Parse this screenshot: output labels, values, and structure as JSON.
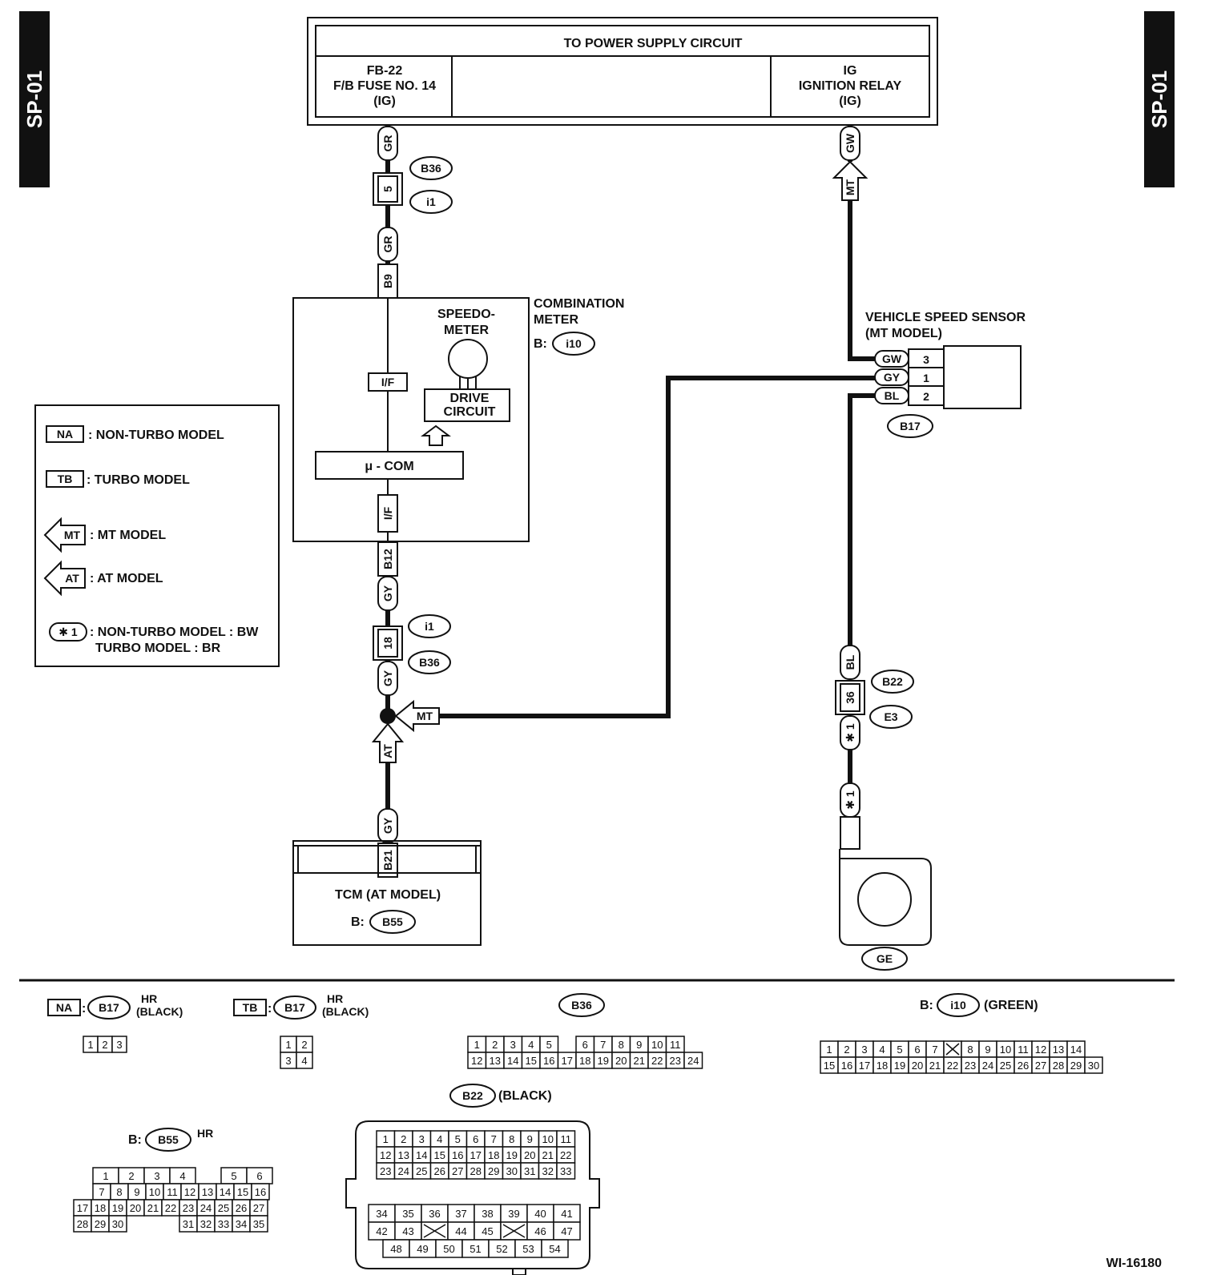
{
  "page_tags": {
    "left": "SP-01",
    "right": "SP-01"
  },
  "power_supply": {
    "title": "TO POWER SUPPLY CIRCUIT",
    "fuse": {
      "line1": "FB-22",
      "line2": "F/B FUSE NO. 14",
      "line3": "(IG)"
    },
    "relay": {
      "line1": "IG",
      "line2": "IGNITION RELAY",
      "line3": "(IG)"
    }
  },
  "left_wire": {
    "wire_top": "GR",
    "pin_top": "5",
    "conn_a": "B36",
    "conn_b": "i1",
    "wire_mid": "GR",
    "pin_meter_in": "B9",
    "pin_meter_out": "B12",
    "wire_low": "GY",
    "conn_c": "i1",
    "pin_low": "18",
    "conn_d": "B36",
    "wire_low2": "GY",
    "mt_arrow": "MT",
    "at_arrow": "AT",
    "wire_tcm": "GY",
    "pin_tcm": "B21"
  },
  "combination_meter": {
    "title_line1": "COMBINATION",
    "title_line2": "METER",
    "conn_prefix": "B:",
    "conn": "i10",
    "speedo_line1": "SPEEDO-",
    "speedo_line2": "METER",
    "drive_line1": "DRIVE",
    "drive_line2": "CIRCUIT",
    "if_top": "I/F",
    "mcom": "μ - COM",
    "if_bottom": "I/F"
  },
  "tcm": {
    "title": "TCM (AT MODEL)",
    "conn_prefix": "B:",
    "conn": "B55"
  },
  "speed_sensor": {
    "title_line1": "VEHICLE SPEED SENSOR",
    "title_line2": "(MT MODEL)",
    "pins": [
      {
        "wire": "GW",
        "pin": "3"
      },
      {
        "wire": "GY",
        "pin": "1"
      },
      {
        "wire": "BL",
        "pin": "2"
      }
    ],
    "conn": "B17"
  },
  "relay_wire": {
    "wire": "GW",
    "arrow": "MT"
  },
  "ground_wire": {
    "wire": "BL",
    "pin": "36",
    "conn_a": "B22",
    "conn_b": "E3",
    "star_top": "✱ 1",
    "star_bottom": "✱ 1",
    "ground": "GE"
  },
  "legend": {
    "items": [
      {
        "tag": "NA",
        "text": ": NON-TURBO MODEL"
      },
      {
        "tag": "TB",
        "text": ": TURBO MODEL"
      },
      {
        "tag": "MT",
        "text": ": MT MODEL"
      },
      {
        "tag": "AT",
        "text": ": AT MODEL"
      }
    ],
    "star_tag": "✱ 1",
    "star_line1": ": NON-TURBO MODEL : BW",
    "star_line2": "TURBO MODEL : BR"
  },
  "connectors": {
    "na_b17": {
      "tag": "NA",
      "conn": "B17",
      "note1": "HR",
      "note2": "(BLACK)",
      "pins": [
        "1",
        "2",
        "3"
      ]
    },
    "tb_b17": {
      "tag": "TB",
      "conn": "B17",
      "note1": "HR",
      "note2": "(BLACK)",
      "pins": [
        "1",
        "2",
        "3",
        "4"
      ]
    },
    "b36": {
      "conn": "B36",
      "row1": [
        "1",
        "2",
        "3",
        "4",
        "5",
        "",
        "6",
        "7",
        "8",
        "9",
        "10",
        "11"
      ],
      "row2": [
        "12",
        "13",
        "14",
        "15",
        "16",
        "17",
        "18",
        "19",
        "20",
        "21",
        "22",
        "23",
        "24"
      ]
    },
    "i10": {
      "prefix": "B:",
      "conn": "i10",
      "note": "(GREEN)",
      "row1": [
        "1",
        "2",
        "3",
        "4",
        "5",
        "6",
        "7",
        "X",
        "8",
        "9",
        "10",
        "11",
        "12",
        "13",
        "14"
      ],
      "row2": [
        "15",
        "16",
        "17",
        "18",
        "19",
        "20",
        "21",
        "22",
        "23",
        "24",
        "25",
        "26",
        "27",
        "28",
        "29",
        "30"
      ]
    },
    "b22": {
      "conn": "B22",
      "note": "(BLACK)",
      "row1": [
        "1",
        "2",
        "3",
        "4",
        "5",
        "6",
        "7",
        "8",
        "9",
        "10",
        "11"
      ],
      "row2": [
        "12",
        "13",
        "14",
        "15",
        "16",
        "17",
        "18",
        "19",
        "20",
        "21",
        "22"
      ],
      "row3": [
        "23",
        "24",
        "25",
        "26",
        "27",
        "28",
        "29",
        "30",
        "31",
        "32",
        "33"
      ],
      "row4": [
        "34",
        "35",
        "36",
        "37",
        "38",
        "39",
        "40",
        "41"
      ],
      "row5": [
        "42",
        "43",
        "X",
        "44",
        "45",
        "X",
        "46",
        "47"
      ],
      "row6": [
        "48",
        "49",
        "50",
        "51",
        "52",
        "53",
        "54"
      ]
    },
    "b55": {
      "prefix": "B:",
      "conn": "B55",
      "note": "HR",
      "row1": [
        "1",
        "2",
        "3",
        "4",
        "",
        "5",
        "6"
      ],
      "row2": [
        "7",
        "8",
        "9",
        "10",
        "11",
        "12",
        "13",
        "14",
        "15",
        "16"
      ],
      "row3": [
        "17",
        "18",
        "19",
        "20",
        "21",
        "22",
        "23",
        "24",
        "25",
        "26",
        "27"
      ],
      "row4": [
        "28",
        "29",
        "30",
        "",
        "",
        "",
        "31",
        "32",
        "33",
        "34",
        "35"
      ]
    }
  },
  "figure_id": "WI-16180"
}
